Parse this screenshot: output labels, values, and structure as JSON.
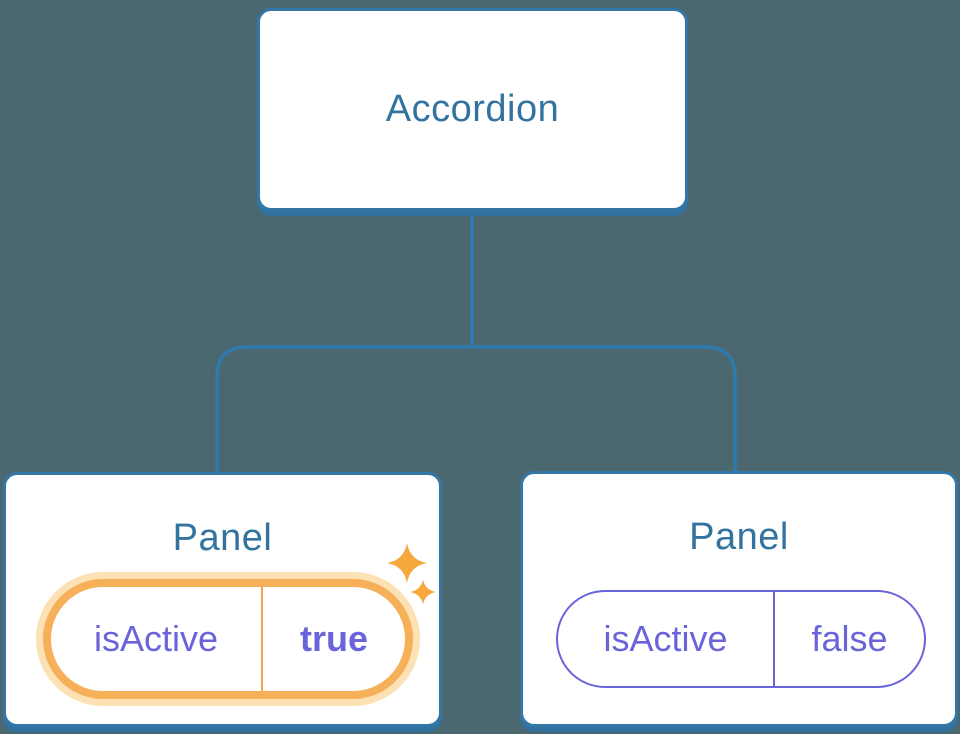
{
  "diagram": {
    "description": "React component tree: Accordion root with two Panel children holding isActive state",
    "root": {
      "label": "Accordion"
    },
    "panels": [
      {
        "label": "Panel",
        "prop_name": "isActive",
        "prop_value": "true",
        "active": true,
        "badge": "sparkles-icon"
      },
      {
        "label": "Panel",
        "prop_name": "isActive",
        "prop_value": "false",
        "active": false
      }
    ],
    "colors": {
      "background": "#4B6870",
      "node_fill": "#ffffff",
      "node_border": "#3377A6",
      "node_text": "#33739F",
      "connector": "#2E7AAD",
      "prop_text": "#6A64DB",
      "prop_value_active_text": "#5A52CE",
      "active_pill_border": "#F7B05A",
      "active_pill_glow": "#FBE1B3",
      "active_pill_divider": "#F2A64A",
      "sparkle": "#F6A83D",
      "inactive_pill_border": "#6A64DB"
    }
  }
}
